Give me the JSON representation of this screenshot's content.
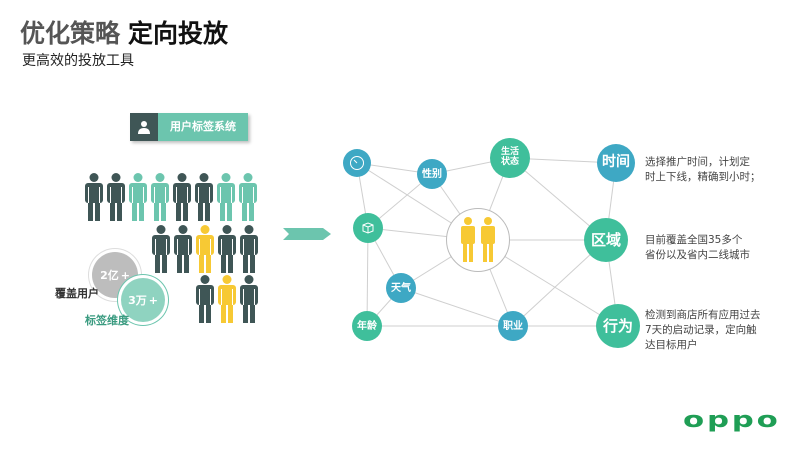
{
  "title": {
    "part1": "优化策略",
    "part2": "定向投放"
  },
  "subtitle": "更高效的投放工具",
  "tag_label": "用户标签系统",
  "people": {
    "row1": [
      "dark",
      "dark",
      "teal",
      "teal",
      "dark",
      "dark",
      "teal",
      "teal"
    ],
    "row2": [
      "dark",
      "dark",
      "yellow",
      "dark",
      "dark"
    ],
    "row3": [
      "dark",
      "yellow",
      "dark"
    ]
  },
  "stats": [
    {
      "value": "2亿",
      "plus": "+",
      "label": "覆盖用户"
    },
    {
      "value": "3万",
      "plus": "+",
      "label": "标签维度"
    }
  ],
  "nodes": {
    "dial": {
      "icon": "speedometer-icon"
    },
    "gender": "性别",
    "life1": "生活",
    "life2": "状态",
    "time": "时间",
    "cube": {
      "icon": "cube-icon"
    },
    "region": "区域",
    "weather": "天气",
    "age": "年龄",
    "job": "职业",
    "behavior": "行为"
  },
  "descriptions": {
    "time": [
      "选择推广时间，计划定",
      "时上下线，精确到小时；"
    ],
    "region": [
      "目前覆盖全国35多个",
      "省份以及省内二线城市"
    ],
    "behavior": [
      "检测到商店所有应用过去",
      "7天的启动记录，定向触",
      "达目标用户"
    ]
  },
  "colors": {
    "dark": "#3f5656",
    "teal": "#6cc5ae",
    "yellow": "#f7c934",
    "blue": "#3ea8c4",
    "green": "#3fbf9b",
    "brand": "#1f9e55"
  },
  "logo": "OPPO"
}
